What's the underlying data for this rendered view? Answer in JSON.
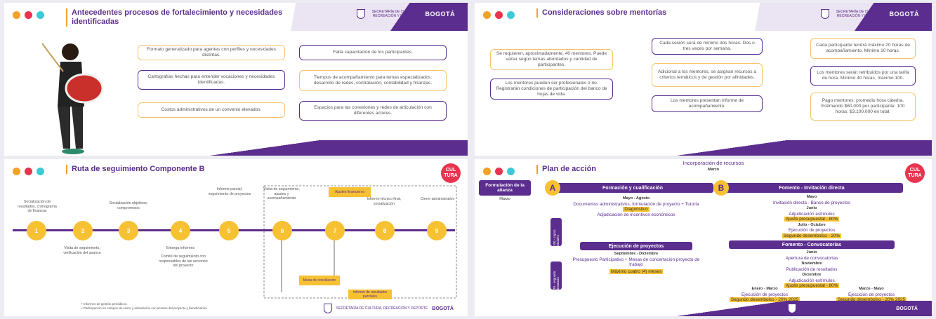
{
  "slide1": {
    "title": "Antecedentes procesos de fortalecimiento y necesidades identificadas",
    "left_boxes": [
      "Formato generalizado para agentes con perfiles y necesidades distintas.",
      "Cartografías hechas para entender vocaciones y necesidades identificadas.",
      "Costos administrativos de un convenio elevados."
    ],
    "right_boxes": [
      "Falta capacitación de los participantes.",
      "Tiempos de acompañamiento para temas especializados: desarrollo de redes, contratación, contabilidad y finanzas.",
      "Espacios para las conexiones y redes de articulación con diferentes actores."
    ]
  },
  "slide2": {
    "title": "Consideraciones sobre mentorías",
    "col1": [
      "Se requieren, aproximadamente, 40 mentores. Puede variar según temas abordados y cantidad de participantes.",
      "Los mentores pueden ser profesionales o no. Registrarán condiciones de participación del banco de hojas de vida."
    ],
    "col2": [
      "Cada sesión será de mínimo dos horas. Dos o tres veces por semana.",
      "Adicional a los mentores, se asignan recursos a criterios temáticos y de gestión por afinidades.",
      "Los mentores presentan informe de acompañamiento."
    ],
    "col3": [
      "Cada participante tendrá máximo 20 horas de acompañamiento. Mínimo 10 horas.",
      "Los mentores serán retribuidos por una tarifa de hora. Mínimo 40 horas, máximo 100.",
      "Pago mentores: promedio hora cátedra. Estimando $60.000 por participante. 100 horas: $3.100.000 en total."
    ]
  },
  "slide3": {
    "title": "Ruta de seguimiento Componente B",
    "badge": "CUL TURA",
    "steps": [
      "1",
      "2",
      "3",
      "4",
      "5",
      "6",
      "7",
      "8",
      "9"
    ],
    "notes_top": [
      "Socialización de resultados, cronograma de finanzas",
      "Socialización objetivos, compromisos",
      "Informe parcial, seguimiento de proyectos",
      "Visita de seguimiento, ajustes y acompañamiento",
      "Informe técnico final, socialización",
      "Cierre administrativo"
    ],
    "notes_bottom": [
      "Visita de seguimiento, verificación del avance",
      "Entrega informes",
      "Comité de seguimiento con responsables de las acciones del proyecto"
    ],
    "yellow_boxes": [
      "Ajustes financieros",
      "Mesa de conciliación",
      "Informe de resultados parciales"
    ],
    "footnotes": [
      "• Informes de gestión periódicos.",
      "• Participación en campos de cierre y articulación con actores del proyecto y beneficiarios."
    ]
  },
  "slide4": {
    "title": "Plan de acción",
    "top_label": "Incorporación de recursos",
    "top_month": "Marzo",
    "left_card": "Formulación de la alianza",
    "left_month": "Marzo",
    "A": {
      "letter": "A",
      "header": "Formación y cualificación",
      "period1": "Mayo - Agosto",
      "item1": "Documentos administrativos, formulación de proyecto + Tutoría",
      "hl1": "Diagnóstico",
      "item2": "Adjudicación de incentivos económicos",
      "sub_header": "Ejecución de proyectos",
      "period2": "Septiembre - Diciembre",
      "item3": "Presupuesto Participativo + Mesas de concertación proyecto de trabajo",
      "hl2": "Máximo cuatro (4) meses",
      "vbar1": "100 - cupos iniciales",
      "vbar2": "70 - segunda instancia"
    },
    "B": {
      "letter": "B",
      "header": "Fomento - Invitación directa",
      "period1": "Mayo",
      "item1": "Invitación directa - Banco de proyectos",
      "period2": "Junio",
      "item2": "Adjudicación estímulos",
      "hl1": "Ajuste presupuestal - 80%",
      "period3": "Julio - Octubre",
      "item3": "Ejecución de proyectos",
      "hl2": "Segundo desembolso - 20%",
      "sub_header": "Fomento - Convocatorias",
      "p4": "Junio",
      "item4": "Apertura de convocatorias",
      "p5": "Noviembre",
      "item5": "Publicación de resultados",
      "p6": "Diciembre",
      "item6": "Adjudicación estímulos",
      "hl3": "Ajuste presupuestal - 80%",
      "left_period": "Enero - Marzo",
      "left_item": "Ejecución de proyectos",
      "left_hl": "Segundo desembolso - 20% 2025",
      "right_period": "Marzo - Mayo",
      "right_item": "Ejecución de proyectos",
      "right_hl": "Segundo desembolso - 20% 2025"
    },
    "badge": "CUL TURA"
  },
  "header": {
    "secretaria": "SECRETARÍA DE CULTURA, RECREACIÓN Y DEPORTE",
    "bogota": "BOGOTÁ"
  }
}
